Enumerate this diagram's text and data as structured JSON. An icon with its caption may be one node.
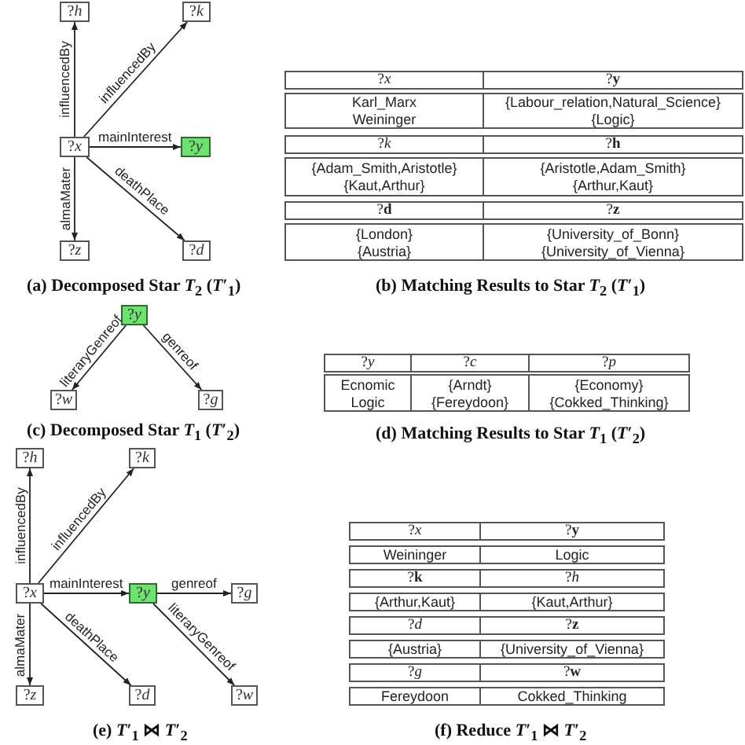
{
  "diagram": {
    "nodes": [
      {
        "text": [
          "?*h*"
        ]
      },
      {
        "text": [
          "?*k*"
        ]
      },
      {
        "text": [
          "?*x*"
        ]
      },
      {
        "text": [
          "?*y*"
        ]
      },
      {
        "text": [
          "?*z*"
        ]
      },
      {
        "text": [
          "?*d*"
        ]
      },
      {
        "text": [
          "?*y*"
        ]
      },
      {
        "text": [
          "?*w*"
        ]
      },
      {
        "text": [
          "?*g*"
        ]
      },
      {
        "text": [
          "?*h*"
        ]
      },
      {
        "text": [
          "?*k*"
        ]
      },
      {
        "text": [
          "?*x*"
        ]
      },
      {
        "text": [
          "?*y*"
        ]
      },
      {
        "text": [
          "?*g*"
        ]
      },
      {
        "text": [
          "?*z*"
        ]
      },
      {
        "text": [
          "?*d*"
        ]
      },
      {
        "text": [
          "?*w*"
        ]
      }
    ],
    "edges": [
      {
        "from": 2,
        "to": 0,
        "arrow": "to",
        "label": "influencedBy"
      },
      {
        "from": 2,
        "to": 1,
        "arrow": "to",
        "label": "influencedBy"
      },
      {
        "from": 2,
        "to": 3,
        "arrow": "to",
        "label": "mainInterest"
      },
      {
        "from": 2,
        "to": 4,
        "arrow": "to",
        "label": "almaMater"
      },
      {
        "from": 2,
        "to": 5,
        "arrow": "to",
        "label": "deathPlace"
      },
      {
        "from": 6,
        "to": 7,
        "arrow": "to",
        "label": "literaryGenreof"
      },
      {
        "from": 6,
        "to": 8,
        "arrow": "to",
        "label": "genreof"
      },
      {
        "from": 11,
        "to": 9,
        "arrow": "to",
        "label": "influencedBy"
      },
      {
        "from": 11,
        "to": 10,
        "arrow": "to",
        "label": "influencedBy"
      },
      {
        "from": 11,
        "to": 12,
        "arrow": "to",
        "label": "mainInterest"
      },
      {
        "from": 12,
        "to": 13,
        "arrow": "to",
        "label": "genreof"
      },
      {
        "from": 12,
        "to": 16,
        "arrow": "to",
        "label": "literaryGenreof"
      },
      {
        "from": 11,
        "to": 14,
        "arrow": "to",
        "label": "almaMater"
      },
      {
        "from": 11,
        "to": 15,
        "arrow": "to",
        "label": "deathPlace"
      }
    ],
    "labels": [
      "(a) Decomposed Star *T*$_{2}$ (*T*′$_{1}$)",
      "?*x*",
      "?**y**",
      "Karl_Marx",
      "{Labour_relation,Natural_Science}",
      "Weininger",
      "{Logic}",
      "?*k*",
      "?**h**",
      "{Adam_Smith,Aristotle}",
      "{Aristotle,Adam_Smith}",
      "{Kaut,Arthur}",
      "{Arthur,Kaut}",
      "?**d**",
      "?**z**",
      "{London}",
      "{University_of_Bonn}",
      "{Austria}",
      "{University_of_Vienna}",
      "(b) Matching Results to Star *T*$_{2}$ (*T*′$_{1}$)",
      "(c) Decomposed Star *T*$_{1}$ (*T*′$_{2}$)",
      "?*y*",
      "?*c*",
      "?*p*",
      "Ecnomic",
      "{Arndt}",
      "{Economy}",
      "Logic",
      "{Fereydoon}",
      "{Cokked_Thinking}",
      "(d) Matching Results to Star *T*$_{1}$ (*T*′$_{2}$)",
      "(e) *T*′$_{1}$ ⋈ *T*′$_{2}$",
      "?*x*",
      "?**y**",
      "Weininger",
      "Logic",
      "?**k**",
      "?*h*",
      "{Arthur,Kaut}",
      "{Kaut,Arthur}",
      "?*d*",
      "?**z**",
      "{Austria}",
      "{University_of_Vienna}",
      "?*g*",
      "?**w**",
      "Fereydoon",
      "Cokked_Thinking",
      "(f) Reduce *T*′$_{1}$ ⋈ *T*′$_{2}$"
    ]
  }
}
